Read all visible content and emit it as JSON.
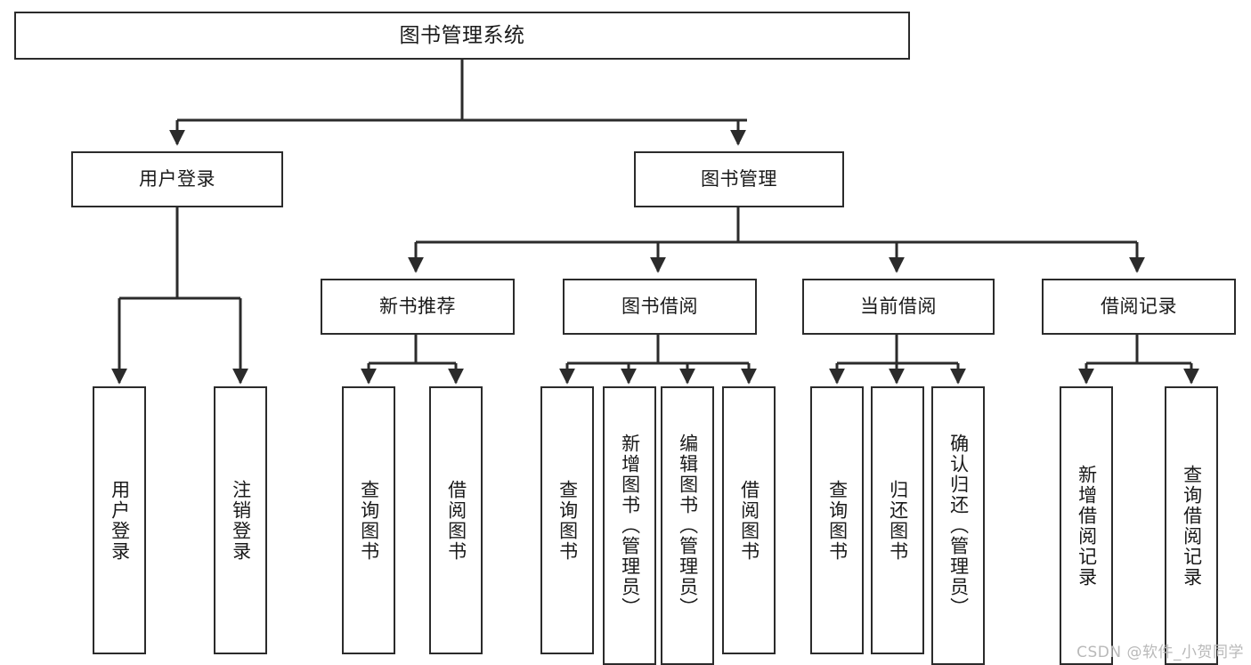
{
  "diagram": {
    "title": "图书管理系统",
    "type": "功能结构图",
    "line_color": "#2b2b2b",
    "box_fill": "#ffffff",
    "text_color": "#1a1a1a"
  },
  "root": {
    "label": "图书管理系统"
  },
  "level2": [
    {
      "label": "用户登录"
    },
    {
      "label": "图书管理"
    }
  ],
  "level3": [
    {
      "label": "新书推荐"
    },
    {
      "label": "图书借阅"
    },
    {
      "label": "当前借阅"
    },
    {
      "label": "借阅记录"
    }
  ],
  "leaves": {
    "user_login": [
      {
        "label": "用户登录"
      },
      {
        "label": "注销登录"
      }
    ],
    "new_book_recommend": [
      {
        "label": "查询图书"
      },
      {
        "label": "借阅图书"
      }
    ],
    "book_borrow": [
      {
        "label": "查询图书"
      },
      {
        "label": "新增图书（管理员）"
      },
      {
        "label": "编辑图书（管理员）"
      },
      {
        "label": "借阅图书"
      }
    ],
    "current_borrow": [
      {
        "label": "查询图书"
      },
      {
        "label": "归还图书"
      },
      {
        "label": "确认归还（管理员）"
      }
    ],
    "borrow_record": [
      {
        "label": "新增借阅记录"
      },
      {
        "label": "查询借阅记录"
      }
    ]
  },
  "watermark": {
    "text": "CSDN @软件_小贺同学"
  }
}
